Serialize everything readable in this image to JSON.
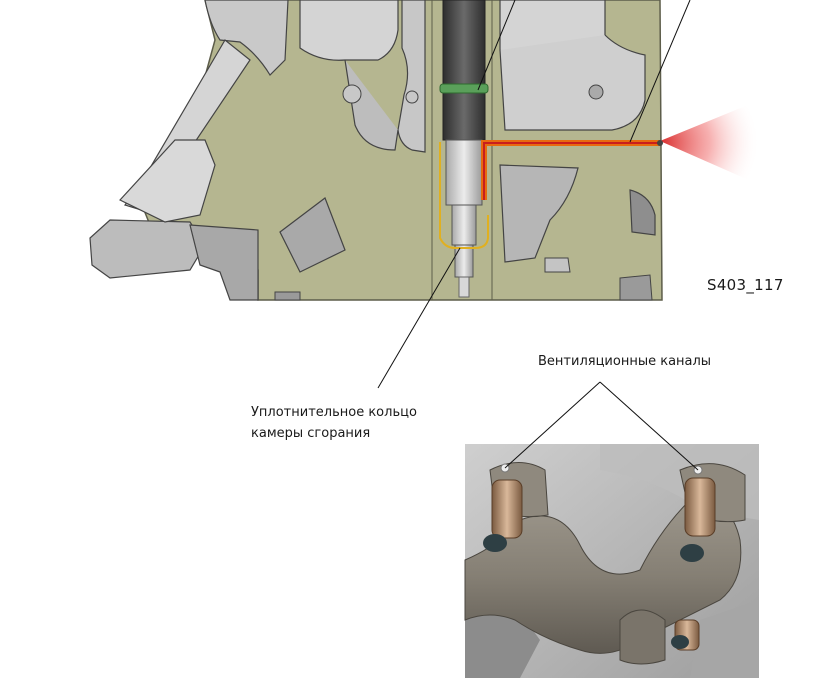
{
  "figure_id": "S403_117",
  "labels": {
    "vent_channels": "Вентиляционные каналы",
    "seal_ring_line1": "Уплотнительное кольцо",
    "seal_ring_line2": "камеры сгорания"
  },
  "colors": {
    "cylinder_head": "#b5b690",
    "metal_light": "#dcdcdc",
    "metal_mid": "#b9b9b9",
    "metal_dark": "#6e6e6e",
    "injector_body": "#4a4a4a",
    "o_ring": "#5aa05a",
    "seal_outline": "#e0b020",
    "vent_channel": "#e86a10",
    "vent_channel_core": "#c81e1e",
    "spray": "#e03030"
  }
}
